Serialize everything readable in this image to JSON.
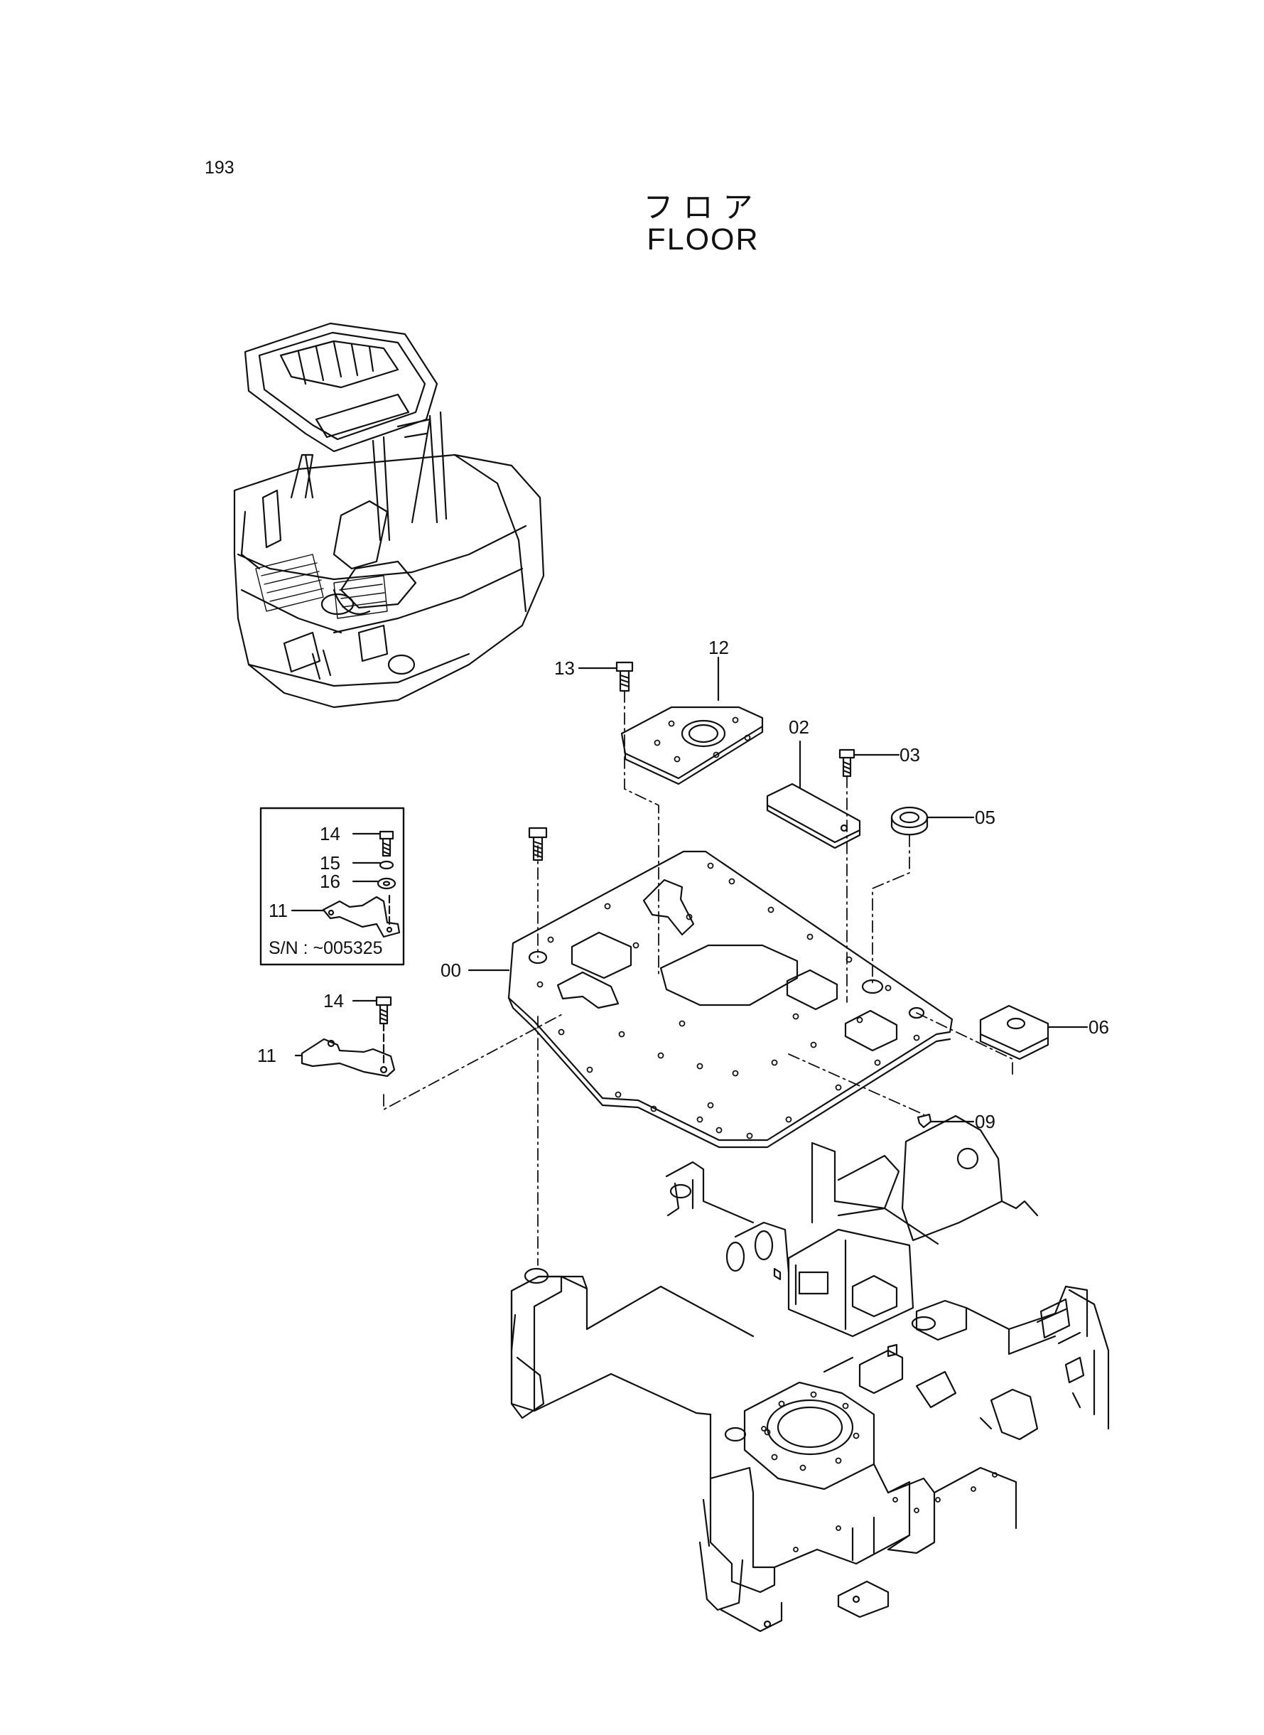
{
  "page": {
    "number": "193",
    "title_jp": "フロア",
    "title_en": "FLOOR"
  },
  "callouts": {
    "p00": "00",
    "p02": "02",
    "p03": "03",
    "p05": "05",
    "p06": "06",
    "p09": "09",
    "p11_inset": "11",
    "p11": "11",
    "p12": "12",
    "p13": "13",
    "p14_inset": "14",
    "p14": "14",
    "p15": "15",
    "p16": "16"
  },
  "inset": {
    "serial_note": "S/N : ~005325"
  }
}
